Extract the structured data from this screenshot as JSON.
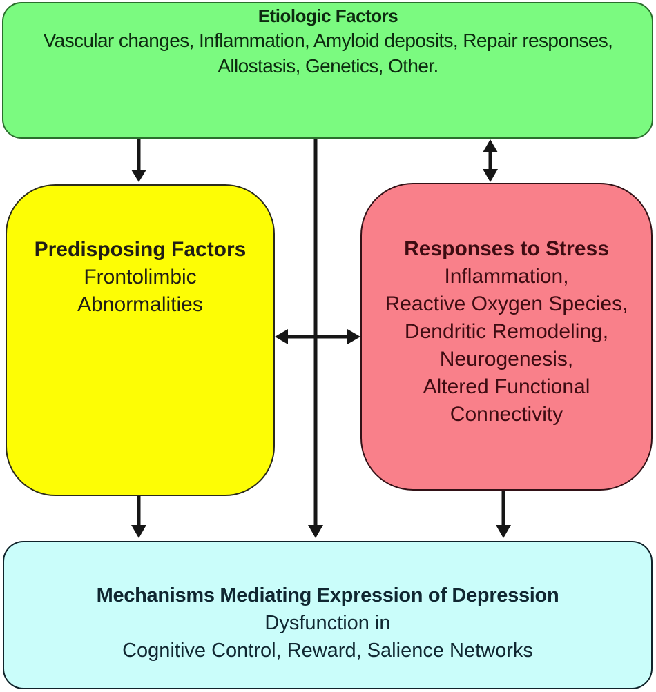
{
  "diagram": {
    "nodes": {
      "etiologic": {
        "title": "Etiologic Factors",
        "line1": "Vascular changes, Inflammation, Amyloid deposits, Repair responses,",
        "line2": "Allostasis, Genetics, Other."
      },
      "predisposing": {
        "title": "Predisposing Factors",
        "line1": "Frontolimbic",
        "line2": "Abnormalities"
      },
      "responses": {
        "title": "Responses to Stress",
        "lines": [
          "Inflammation,",
          "Reactive Oxygen Species,",
          "Dendritic Remodeling,",
          "Neurogenesis,",
          "Altered Functional",
          "Connectivity"
        ]
      },
      "mechanisms": {
        "title": "Mechanisms Mediating Expression of Depression",
        "line1": "Dysfunction in",
        "line2": "Cognitive Control, Reward, Salience Networks"
      }
    },
    "colors": {
      "etiologic_fill": "#7bfa80",
      "etiologic_border": "#2a6e2c",
      "predisposing_fill": "#fdfd05",
      "responses_fill": "#f9808a",
      "mechanisms_fill": "#cafdfa",
      "arrow": "#161616",
      "background": "#ffffff"
    },
    "connections": [
      {
        "from": "etiologic",
        "to": "predisposing",
        "type": "one-way"
      },
      {
        "from": "etiologic",
        "to": "mechanisms",
        "type": "one-way"
      },
      {
        "from": "etiologic",
        "to": "responses",
        "type": "two-way"
      },
      {
        "from": "predisposing",
        "to": "responses",
        "type": "two-way"
      },
      {
        "from": "predisposing",
        "to": "mechanisms",
        "type": "one-way"
      },
      {
        "from": "responses",
        "to": "mechanisms",
        "type": "one-way"
      }
    ]
  }
}
